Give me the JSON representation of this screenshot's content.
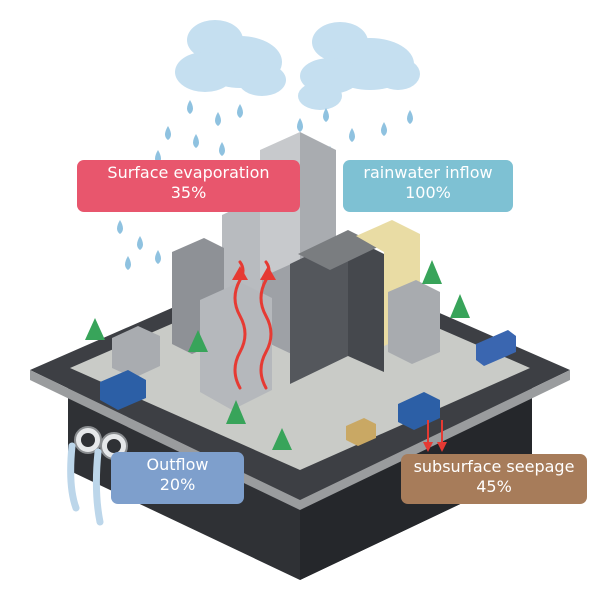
{
  "labels": {
    "surface_evaporation": {
      "name": "Surface evaporation",
      "value": "35%"
    },
    "rainwater_inflow": {
      "name": "rainwater inflow",
      "value": "100%"
    },
    "outflow": {
      "name": "Outflow",
      "value": "20%"
    },
    "subsurface_seepage": {
      "name": "subsurface seepage",
      "value": "45%"
    }
  },
  "colors": {
    "evaporation": "#e8566d",
    "inflow": "#7ec1d3",
    "outflow": "#7e9fcc",
    "seepage": "#a77c5a",
    "arrow": "#e63a33",
    "cloud": "#c5dff0",
    "raindrop": "#8fc2e0",
    "road": "#3d3f44",
    "ground": "#c9cbc7",
    "base": "#2f3135"
  },
  "icons": [
    "rain-cloud-icon",
    "raindrop-icon",
    "evaporation-arrow-icon",
    "seepage-arrow-icon",
    "drain-pipe-icon",
    "tree-icon",
    "truck-icon",
    "bus-icon"
  ]
}
